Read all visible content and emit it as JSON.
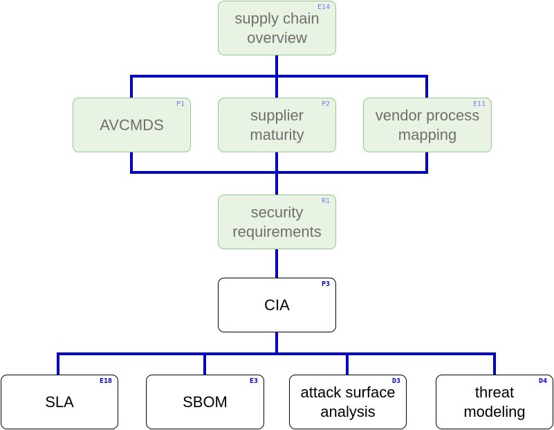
{
  "edge_color": "#0000c0",
  "nodes": {
    "supply_chain_overview": {
      "code": "E14",
      "label": "supply chain overview",
      "state": "faded"
    },
    "avcmds": {
      "code": "P1",
      "label": "AVCMDS",
      "state": "faded"
    },
    "supplier_maturity": {
      "code": "P2",
      "label": "supplier maturity",
      "state": "faded"
    },
    "vendor_process_mapping": {
      "code": "E11",
      "label": "vendor process mapping",
      "state": "faded"
    },
    "security_requirements": {
      "code": "R1",
      "label": "security requirements",
      "state": "faded"
    },
    "cia": {
      "code": "P3",
      "label": "CIA",
      "state": "active"
    },
    "sla": {
      "code": "E18",
      "label": "SLA",
      "state": "active"
    },
    "sbom": {
      "code": "E3",
      "label": "SBOM",
      "state": "active"
    },
    "attack_surface_analysis": {
      "code": "D3",
      "label": "attack surface analysis",
      "state": "active"
    },
    "threat_modeling": {
      "code": "D4",
      "label": "threat modeling",
      "state": "active"
    }
  }
}
